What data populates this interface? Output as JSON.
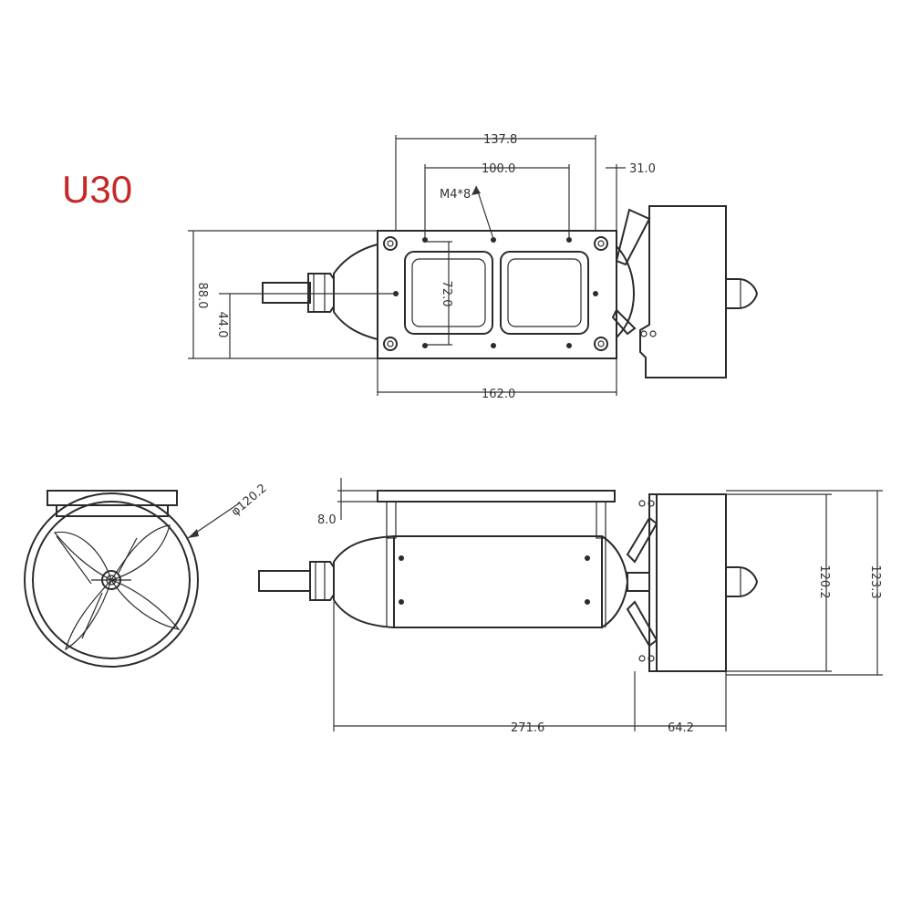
{
  "title": {
    "text": "U30",
    "color": "#c62828"
  },
  "line_color": "#2b2b2b",
  "top_view": {
    "dims": {
      "mount_hole_spacing_outer": "137.8",
      "mount_hole_spacing_inner": "100.0",
      "duct_offset": "31.0",
      "thread_note": "M4*8",
      "plate_height": "88.0",
      "shaft_height": "44.0",
      "window_height": "72.0",
      "plate_length": "162.0"
    }
  },
  "side_view": {
    "dims": {
      "plate_thickness": "8.0",
      "duct_inner_height": "120.2",
      "duct_outer_height": "123.3",
      "body_length": "271.6",
      "duct_length": "64.2"
    }
  },
  "front_view": {
    "dims": {
      "duct_diameter": "φ120.2"
    }
  }
}
